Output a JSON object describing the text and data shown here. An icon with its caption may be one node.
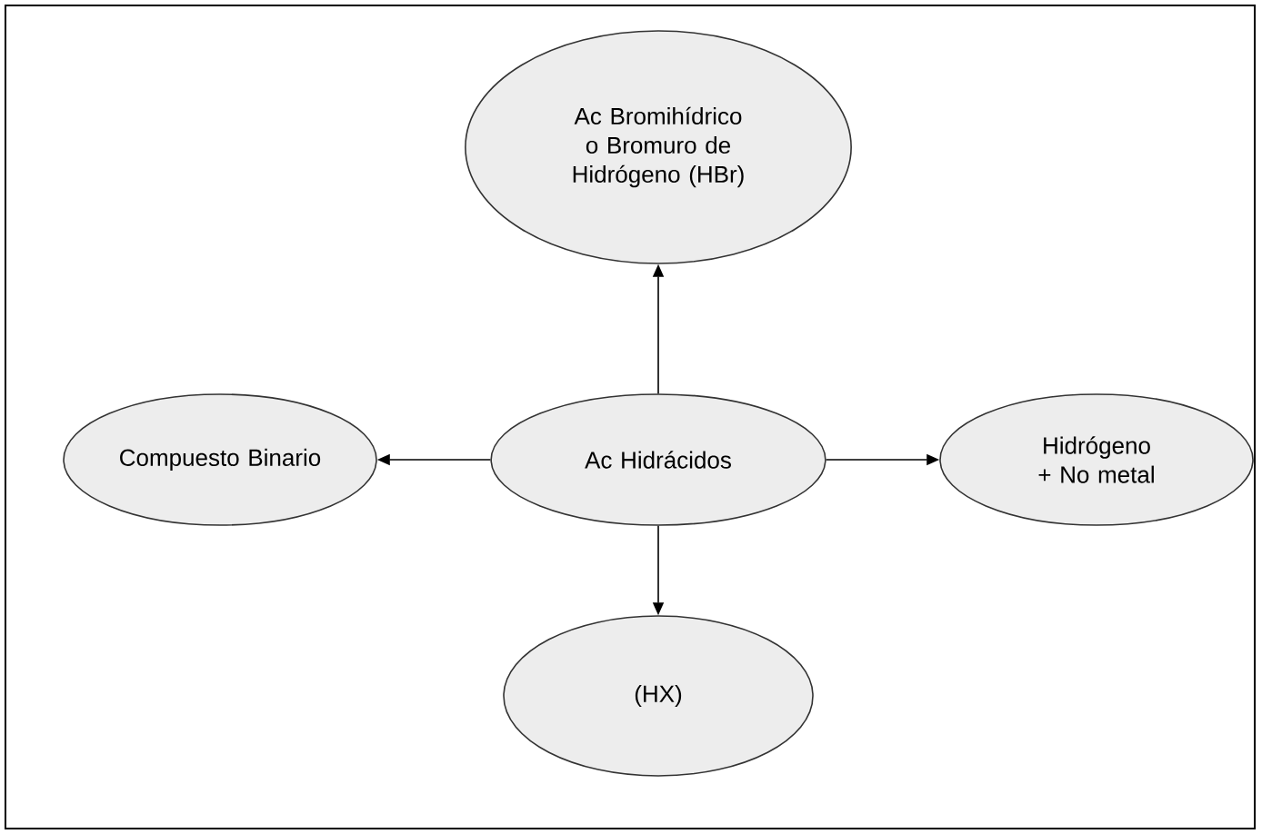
{
  "diagram": {
    "nodes": [
      {
        "text": [
          "Ac Bromihídrico o Bromuro de Hidrógeno (HBr)"
        ]
      },
      {
        "text": [
          "Compuesto Binario"
        ]
      },
      {
        "text": [
          "Ac Hidrácidos"
        ]
      },
      {
        "text": [
          "Hidrógeno + No metal"
        ]
      },
      {
        "text": [
          "(HX)"
        ]
      }
    ],
    "edges": [
      {
        "from": 2,
        "to": 0,
        "arrow": "to"
      },
      {
        "from": 2,
        "to": 1,
        "arrow": "to"
      },
      {
        "from": 2,
        "to": 3,
        "arrow": "to"
      },
      {
        "from": 2,
        "to": 4,
        "arrow": "to"
      }
    ]
  }
}
